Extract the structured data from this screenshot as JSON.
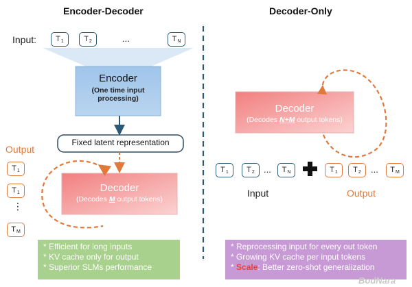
{
  "left": {
    "title": "Encoder-Decoder",
    "input_label": "Input:",
    "input_tokens": [
      "T",
      "T",
      "T"
    ],
    "input_subs": [
      "1",
      "2",
      "N"
    ],
    "ellipsis": "...",
    "encoder_title": "Encoder",
    "encoder_sub_line1": "(One time input",
    "encoder_sub_line2": "processing)",
    "latent_label": "Fixed latent representation",
    "output_label": "Output",
    "output_tokens": [
      "T",
      "T",
      "T"
    ],
    "output_subs": [
      "1",
      "1",
      "M"
    ],
    "vertical_ellipsis": "⋮",
    "decoder_title": "Decoder",
    "decoder_sub_prefix": "(Decodes ",
    "decoder_sub_emph": "M",
    "decoder_sub_suffix": " output tokens)",
    "notes": [
      "* Efficient for long inputs",
      "* KV cache only for output",
      "* Superior SLMs performance"
    ]
  },
  "right": {
    "title": "Decoder-Only",
    "decoder_title": "Decoder",
    "decoder_sub_prefix": "(Decodes ",
    "decoder_sub_emph": "N+M",
    "decoder_sub_suffix": " output tokens)",
    "input_tokens": [
      "T",
      "T",
      "T"
    ],
    "input_subs": [
      "1",
      "2",
      "N"
    ],
    "output_tokens": [
      "T",
      "T",
      "T"
    ],
    "output_subs": [
      "1",
      "2",
      "M"
    ],
    "ellipsis": "...",
    "input_label": "Input",
    "output_label": "Output",
    "notes": [
      "* Reprocessing input for every out token",
      "* Growing KV cache per input tokens"
    ],
    "note_scale_prefix": "* ",
    "note_scale_emph": "Scale",
    "note_scale_suffix": ": Better zero-shot generalization"
  },
  "watermark": "BodNara",
  "colors": {
    "encoder_fill": "#9dc3e6",
    "decoder_fill": "#f4a4a4",
    "orange": "#e07a3a",
    "token_border": "#2e5975",
    "arrow_blue": "#2e5975",
    "note_green": "#a9d18e",
    "note_purple": "#c79ad6",
    "divider": "#2e5975",
    "scale_red": "#e8423a"
  }
}
